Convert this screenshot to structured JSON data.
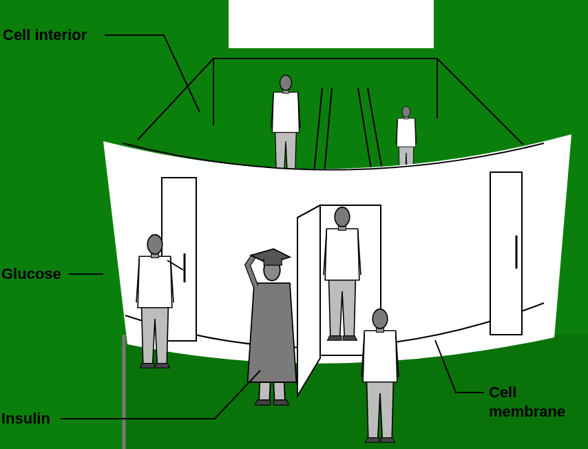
{
  "diagram": {
    "labels": [
      "Cell interior",
      "Glucose",
      "Insulin",
      "Cell membrane"
    ]
  }
}
